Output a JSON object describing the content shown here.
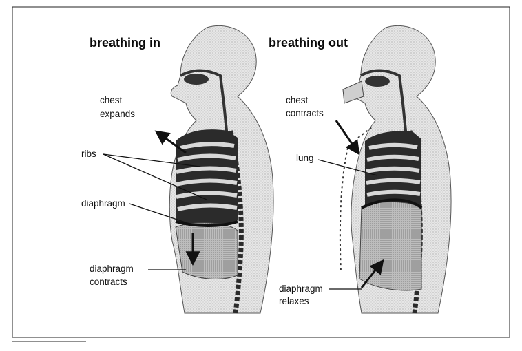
{
  "headings": {
    "left": "breathing in",
    "right": "breathing out"
  },
  "labels": {
    "chest_expands_1": "chest",
    "chest_expands_2": "expands",
    "ribs": "ribs",
    "diaphragm": "diaphragm",
    "diaphragm_contracts_1": "diaphragm",
    "diaphragm_contracts_2": "contracts",
    "chest_contracts_1": "chest",
    "chest_contracts_2": "contracts",
    "lung": "lung",
    "diaphragm_relaxes_1": "diaphragm",
    "diaphragm_relaxes_2": "relaxes"
  },
  "colors": {
    "body_fill": "#e4e4e4",
    "rib_dark": "#1e1e1e",
    "rib_light": "#dcdcdc",
    "line": "#111111"
  }
}
